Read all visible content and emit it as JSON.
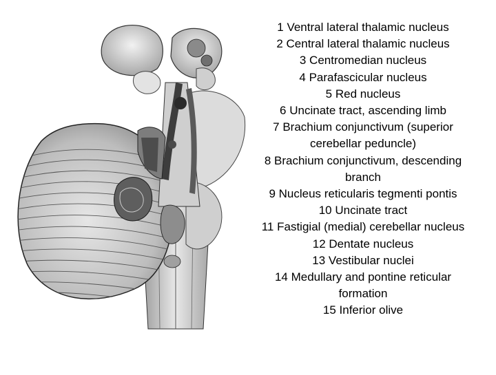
{
  "figure": {
    "drawing": "Illustration of the cerebellum and brainstem showing cerebellar pathways and nuclei",
    "colors": {
      "ink": "#000000",
      "shade": "#8a8a8a",
      "light": "#d9d9d9",
      "background": "#ffffff"
    }
  },
  "labels": [
    {
      "num": "1",
      "text": "Ventral lateral thalamic nucleus"
    },
    {
      "num": "2",
      "text": "Central lateral thalamic nucleus"
    },
    {
      "num": "3",
      "text": "Centromedian nucleus"
    },
    {
      "num": "4",
      "text": "Parafascicular nucleus"
    },
    {
      "num": "5",
      "text": "Red nucleus"
    },
    {
      "num": "6",
      "text": "Uncinate tract, ascending limb"
    },
    {
      "num": "7",
      "text": "Brachium conjunctivum (superior cerebellar peduncle)"
    },
    {
      "num": "8",
      "text": "Brachium conjunctivum, descending branch"
    },
    {
      "num": "9",
      "text": "Nucleus reticularis tegmenti pontis"
    },
    {
      "num": "10",
      "text": "Uncinate tract"
    },
    {
      "num": "11",
      "text": "Fastigial (medial) cerebellar nucleus"
    },
    {
      "num": "12",
      "text": "Dentate nucleus"
    },
    {
      "num": "13",
      "text": "Vestibular nuclei"
    },
    {
      "num": "14",
      "text": "Medullary and pontine reticular formation"
    },
    {
      "num": "15",
      "text": "Inferior olive"
    }
  ]
}
